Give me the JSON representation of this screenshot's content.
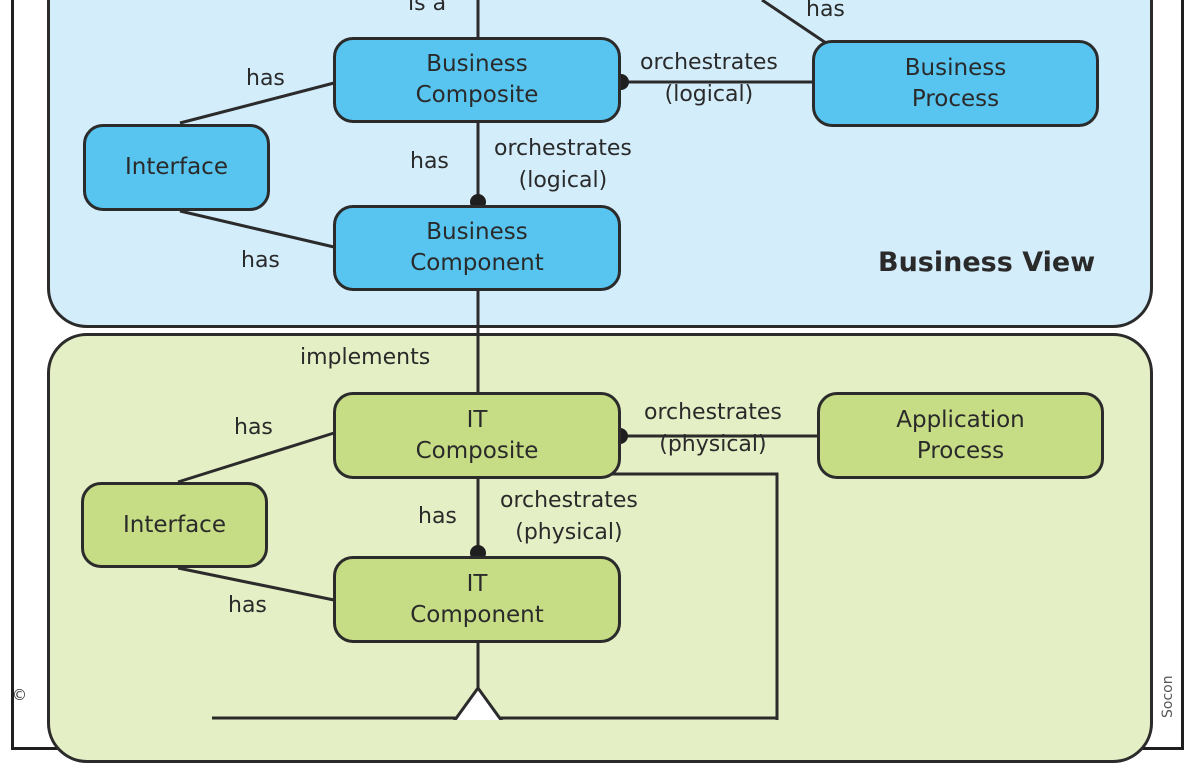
{
  "views": {
    "business": "Business View"
  },
  "nodes": {
    "business_composite": "Business\nComposite",
    "business_process": "Business\nProcess",
    "business_interface": "Interface",
    "business_component": "Business\nComponent",
    "it_composite": "IT\nComposite",
    "application_process": "Application\nProcess",
    "it_interface": "Interface",
    "it_component": "IT\nComponent"
  },
  "edge_labels": {
    "is_a": "is a",
    "has_top": "has",
    "has_bc_interface": "has",
    "orchestrates_logical_1": "orchestrates\n(logical)",
    "has_bc_component": "has",
    "orchestrates_logical_2": "orchestrates\n(logical)",
    "has_component_interface": "has",
    "implements": "implements",
    "has_it_interface": "has",
    "orchestrates_physical_1": "orchestrates\n(physical)",
    "has_it_component": "has",
    "orchestrates_physical_2": "orchestrates\n(physical)",
    "has_itcomp_interface": "has"
  },
  "marks": {
    "copyright": "©",
    "credit": "Socon"
  },
  "colors": {
    "business_region": "#d3edfb",
    "business_node": "#57c5f0",
    "it_region": "#e4efc5",
    "it_node": "#c7dd85",
    "stroke": "#2b2b2b"
  }
}
